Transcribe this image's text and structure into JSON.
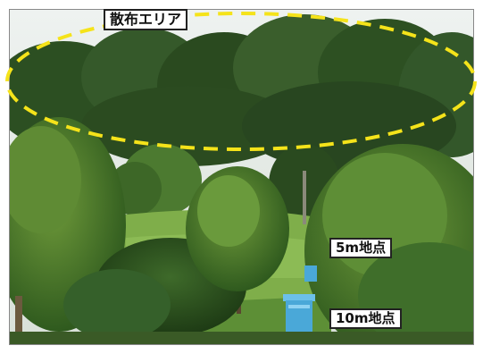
{
  "annotations": {
    "spray_area": "散布エリア",
    "point_5m": "5m地点",
    "point_10m": "10m地点"
  },
  "colors": {
    "ellipse_stroke": "#f5e31a",
    "label_border": "#222222",
    "label_background": "#ffffff",
    "bucket": "#4aa8d8"
  }
}
